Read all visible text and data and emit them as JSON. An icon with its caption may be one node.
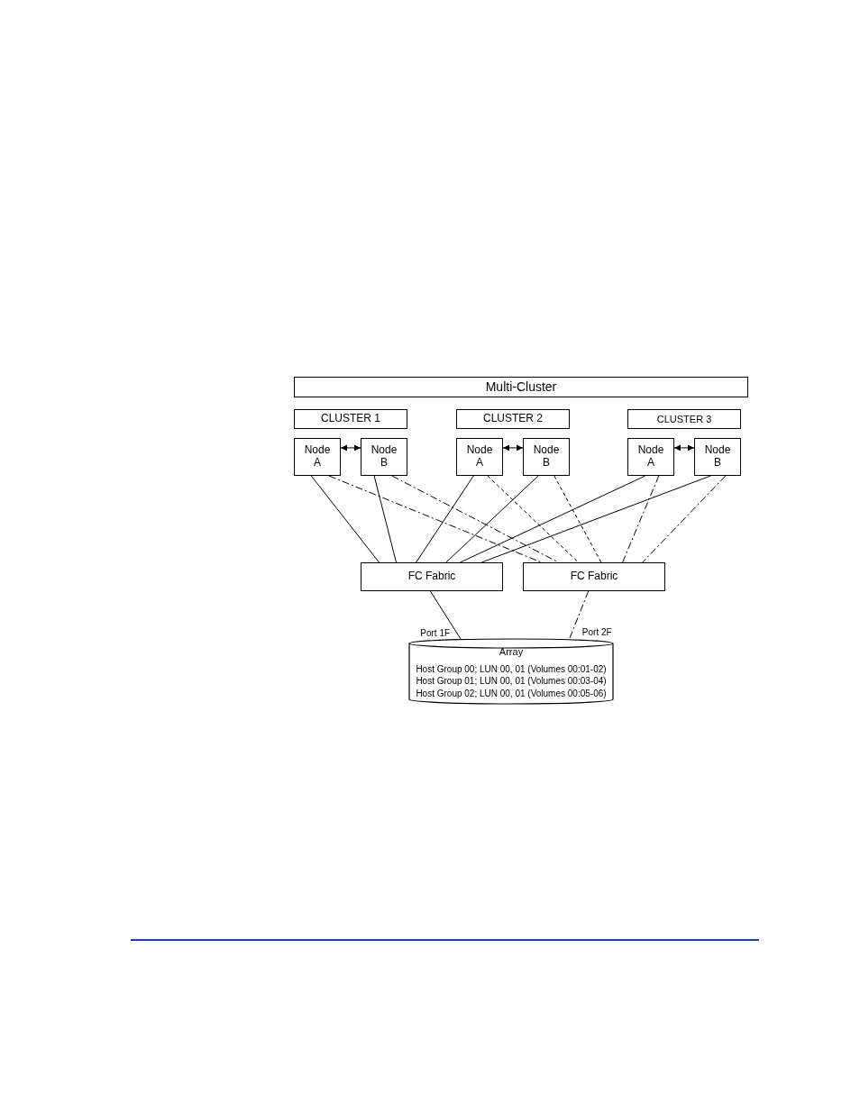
{
  "diagram": {
    "nodes": [
      {
        "text": [
          "Multi-Cluster"
        ]
      },
      {
        "text": [
          "CLUSTER 1"
        ]
      },
      {
        "text": [
          "CLUSTER 2"
        ]
      },
      {
        "text": [
          "CLUSTER 3"
        ]
      },
      {
        "text": [
          "Node A"
        ]
      },
      {
        "text": [
          "Node B"
        ]
      },
      {
        "text": [
          "Node A"
        ]
      },
      {
        "text": [
          "Node B"
        ]
      },
      {
        "text": [
          "Node A"
        ]
      },
      {
        "text": [
          "Node B"
        ]
      },
      {
        "text": [
          "FC Fabric"
        ]
      },
      {
        "text": [
          "FC Fabric"
        ]
      },
      {
        "text": [
          "Array",
          "Host Group 00; LUN 00, 01 (Volumes 00:01-02)",
          "Host Group 01; LUN 00, 01 (Volumes 00:03-04)",
          "Host Group 02; LUN 00, 01 (Volumes 00:05-06)"
        ]
      }
    ],
    "edges": [
      {
        "from": 4,
        "to": 5,
        "arrow": "both"
      },
      {
        "from": 6,
        "to": 7,
        "arrow": "both"
      },
      {
        "from": 8,
        "to": 9,
        "arrow": "both"
      },
      {
        "from": 4,
        "to": 10,
        "arrow": "none"
      },
      {
        "from": 4,
        "to": 11,
        "arrow": "none",
        "style": "dashed"
      },
      {
        "from": 5,
        "to": 10,
        "arrow": "none"
      },
      {
        "from": 5,
        "to": 11,
        "arrow": "none",
        "style": "dashed"
      },
      {
        "from": 6,
        "to": 10,
        "arrow": "none"
      },
      {
        "from": 6,
        "to": 11,
        "arrow": "none",
        "style": "dashed"
      },
      {
        "from": 7,
        "to": 10,
        "arrow": "none"
      },
      {
        "from": 7,
        "to": 11,
        "arrow": "none",
        "style": "dashed"
      },
      {
        "from": 8,
        "to": 10,
        "arrow": "none"
      },
      {
        "from": 8,
        "to": 11,
        "arrow": "none",
        "style": "dashed"
      },
      {
        "from": 9,
        "to": 10,
        "arrow": "none"
      },
      {
        "from": 9,
        "to": 11,
        "arrow": "none",
        "style": "dashed"
      },
      {
        "from": 10,
        "to": 12,
        "arrow": "none",
        "label": "Port 1F"
      },
      {
        "from": 11,
        "to": 12,
        "arrow": "none",
        "label": "Port 2F",
        "style": "dashed"
      }
    ]
  }
}
